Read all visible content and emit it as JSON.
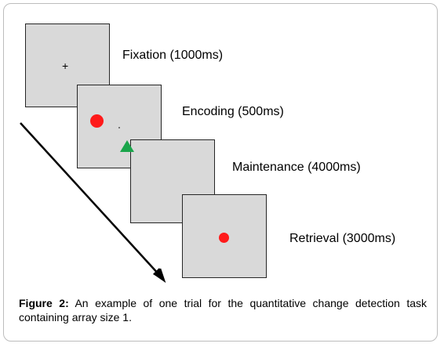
{
  "stages": [
    {
      "label": "Fixation (1000ms)",
      "content": "+"
    },
    {
      "label": "Encoding (500ms)"
    },
    {
      "label": "Maintenance (4000ms)"
    },
    {
      "label": "Retrieval (3000ms)"
    }
  ],
  "stimuli": {
    "encoding": [
      "red circle",
      "green triangle"
    ],
    "retrieval": [
      "red circle"
    ]
  },
  "colors": {
    "screen": "#d9d9d9",
    "red_circle": "#ff1a1a",
    "green_triangle": "#1aa54b"
  },
  "icons": {
    "timeline": "arrow-down-right"
  },
  "caption": {
    "label": "Figure 2:",
    "text": " An example of one trial for the quantitative change detection task containing array size 1."
  }
}
